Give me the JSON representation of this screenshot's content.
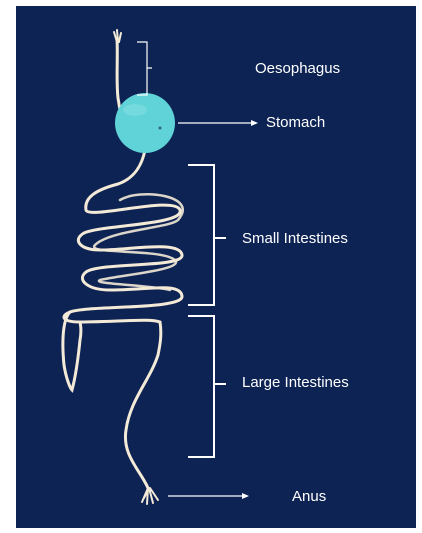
{
  "labels": {
    "oesophagus": "Oesophagus",
    "stomach": "Stomach",
    "small_intestines": "Small Intestines",
    "large_intestines": "Large Intestines",
    "anus": "Anus"
  },
  "colors": {
    "background": "#0d2354",
    "stomach": "#5fd3d8",
    "rope": "#f3ead7",
    "lines": "#ffffff"
  }
}
